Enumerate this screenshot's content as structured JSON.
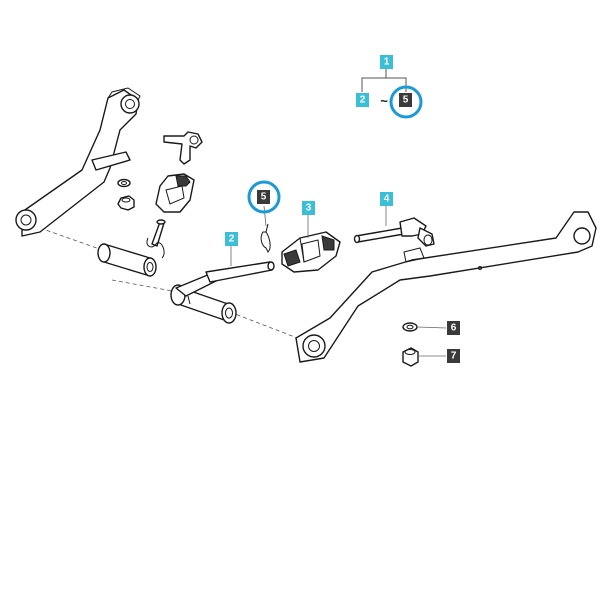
{
  "colors": {
    "callout_cyan": "#3cbfd6",
    "callout_dark": "#3a3a3a",
    "highlight_ring": "#1b9ad6",
    "line": "#1a1a1a"
  },
  "legend": {
    "group_label": "1",
    "range_start": "2",
    "range_separator": "~",
    "range_end": "5"
  },
  "callouts": [
    {
      "id": "c5",
      "label": "5",
      "style": "dark",
      "highlighted": true
    },
    {
      "id": "c3",
      "label": "3",
      "style": "cyan",
      "highlighted": false
    },
    {
      "id": "c4",
      "label": "4",
      "style": "cyan",
      "highlighted": false
    },
    {
      "id": "c2",
      "label": "2",
      "style": "cyan",
      "highlighted": false
    },
    {
      "id": "c6",
      "label": "6",
      "style": "dark",
      "highlighted": false
    },
    {
      "id": "c7",
      "label": "7",
      "style": "dark",
      "highlighted": false
    }
  ]
}
